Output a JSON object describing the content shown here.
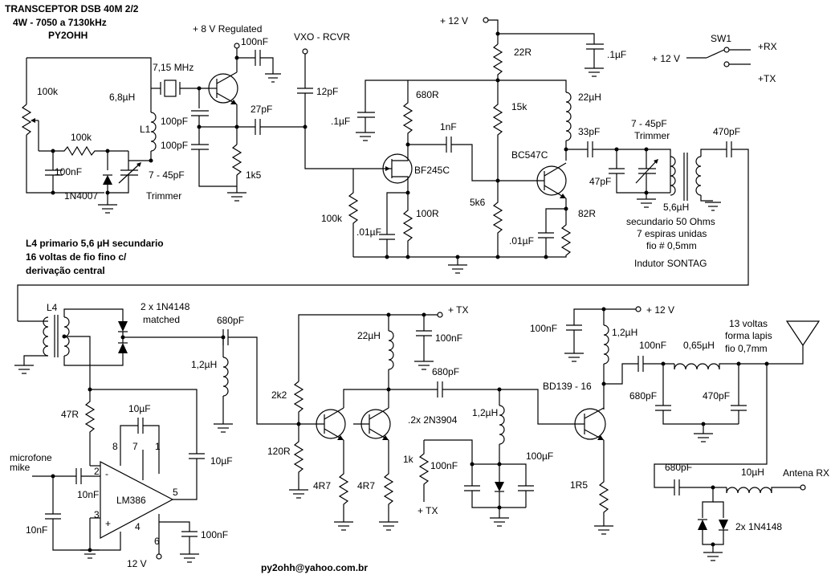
{
  "title": {
    "line1": "TRANSCEPTOR DSB 40M   2/2",
    "line2": "4W -  7050 a 7130kHz",
    "line3": "PY2OHH"
  },
  "notes": {
    "l4_1": "L4 primario 5,6 µH secundario",
    "l4_2": "16 voltas de fio fino c/",
    "l4_3": "derivação central",
    "sec1": "secundario 50 Ohms",
    "sec2": "7 espiras unidas",
    "sec3": "fio # 0,5mm",
    "sontag": "Indutor SONTAG",
    "coil1": "13 voltas",
    "coil2": "forma lapis",
    "coil3": "fio 0,7mm",
    "email": "py2ohh@yahoo.com.br"
  },
  "labels": {
    "v8reg": "+ 8 V Regulated",
    "vxo": "VXO - RCVR",
    "p12_top": "+ 12 V",
    "p12_sw": "+ 12 V",
    "sw1": "SW1",
    "rx_out": "+RX",
    "tx_out": "+TX",
    "p12_pa": "+ 12 V",
    "tx_bias": "+ TX",
    "tx_bot": "+ TX",
    "v12_bot": "12 V",
    "antena_rx": "Antena RX",
    "mic1": "microfone",
    "mic2": "mike",
    "trimmer1": "Trimmer",
    "trimmer2": "Trimmer",
    "matched": "matched",
    "pin2": "2",
    "pin3": "3",
    "pin4": "4",
    "pin5": "5",
    "pin6": "6",
    "pin7": "7",
    "pin8": "8",
    "pin1": "1"
  },
  "components": {
    "r100k_pot": "100k",
    "r100k": "100k",
    "c100nF_a": "100nF",
    "d1n4007": "1N4007",
    "xtal": "7,15 MHz",
    "l6u8": "6,8µH",
    "l1": "L1",
    "c100pF_a": "100pF",
    "c100pF_b": "100pF",
    "trim7_45_a": "7 - 45pF",
    "c100nF_b": "100nF",
    "c27pF": "27pF",
    "r1k5": "1k5",
    "c12pF": "12pF",
    "c01_a": ".1µF",
    "r680": "680R",
    "c1nF": "1nF",
    "bf245": "BF245C",
    "r100k_b": "100k",
    "c01uF_a": ".01µF",
    "r100r": "100R",
    "r22r": "22R",
    "c01_b": ".1µF",
    "r15k": "15k",
    "l22u_a": "22µH",
    "c33pF": "33pF",
    "bc547": "BC547C",
    "r5k6": "5k6",
    "c01uF_b": ".01µF",
    "r82r": "82R",
    "trim7_45_b": "7 - 45pF",
    "c47pF": "47pF",
    "l5u6": "5,6µH",
    "c470pF_a": "470pF",
    "l4": "L4",
    "d1n4148x2": "2 x 1N4148",
    "c680pF_a": "680pF",
    "l1u2_a": "1,2µH",
    "r47r": "47R",
    "c10uF_a": "10µF",
    "c10uF_b": "10µF",
    "c10nF_a": "10nF",
    "c10nF_b": "10nF",
    "lm386": "LM386",
    "c100nF_c": "100nF",
    "r2k2": "2k2",
    "r120r": "120R",
    "l22u_b": "22µH",
    "c100nF_d": "100nF",
    "c680pF_b": "680pF",
    "q2n3904": ".2x 2N3904",
    "r4r7_a": "4R7",
    "r4r7_b": "4R7",
    "l1u2_b": "1,2µH",
    "r1k": "1k",
    "c100nF_e": "100nF",
    "c100uF": "100µF",
    "c100nF_f": "100nF",
    "l1u2_c": "1,2µH",
    "bd139": "BD139 - 16",
    "r1r5": "1R5",
    "c100nF_g": "100nF",
    "l065": "0,65µH",
    "c680pF_c": "680pF",
    "c470pF_b": "470pF",
    "c680pF_d": "680pF",
    "l10u": "10µH",
    "d2x1n4148": "2x 1N4148"
  }
}
